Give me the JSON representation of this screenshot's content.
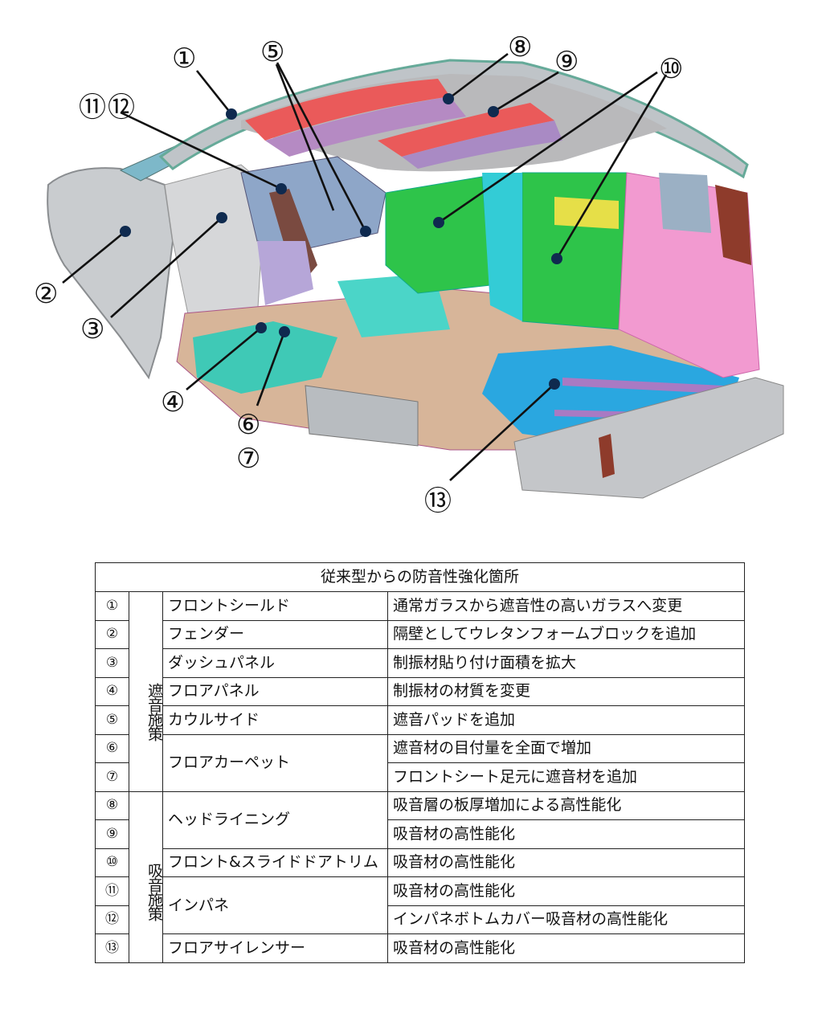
{
  "callouts": [
    {
      "label": "①"
    },
    {
      "label": "②"
    },
    {
      "label": "③"
    },
    {
      "label": "④"
    },
    {
      "label": "⑤"
    },
    {
      "label": "⑥"
    },
    {
      "label": "⑦"
    },
    {
      "label": "⑧"
    },
    {
      "label": "⑨"
    },
    {
      "label": "⑩"
    },
    {
      "label": "⑪"
    },
    {
      "label": "⑫"
    },
    {
      "label": "⑬"
    }
  ],
  "table": {
    "title": "従来型からの防音性強化箇所",
    "groups": {
      "insulation": "遮音施策",
      "absorption": "吸音施策"
    },
    "rows": [
      {
        "num": "①",
        "part": "フロントシールド",
        "desc": "通常ガラスから遮音性の高いガラスへ変更"
      },
      {
        "num": "②",
        "part": "フェンダー",
        "desc": "隔壁としてウレタンフォームブロックを追加"
      },
      {
        "num": "③",
        "part": "ダッシュパネル",
        "desc": "制振材貼り付け面積を拡大"
      },
      {
        "num": "④",
        "part": "フロアパネル",
        "desc": "制振材の材質を変更"
      },
      {
        "num": "⑤",
        "part": "カウルサイド",
        "desc": "遮音パッドを追加"
      },
      {
        "num": "⑥",
        "part": "フロアカーペット",
        "desc": "遮音材の目付量を全面で増加"
      },
      {
        "num": "⑦",
        "part": "",
        "desc": "フロントシート足元に遮音材を追加"
      },
      {
        "num": "⑧",
        "part": "ヘッドライニング",
        "desc": "吸音層の板厚増加による高性能化"
      },
      {
        "num": "⑨",
        "part": "",
        "desc": "吸音材の高性能化"
      },
      {
        "num": "⑩",
        "part": "フロント&スライドドアトリム",
        "desc": "吸音材の高性能化"
      },
      {
        "num": "⑪",
        "part": "インパネ",
        "desc": "吸音材の高性能化"
      },
      {
        "num": "⑫",
        "part": "",
        "desc": "インパネボトムカバー吸音材の高性能化"
      },
      {
        "num": "⑬",
        "part": "フロアサイレンサー",
        "desc": "吸音材の高性能化"
      }
    ]
  }
}
